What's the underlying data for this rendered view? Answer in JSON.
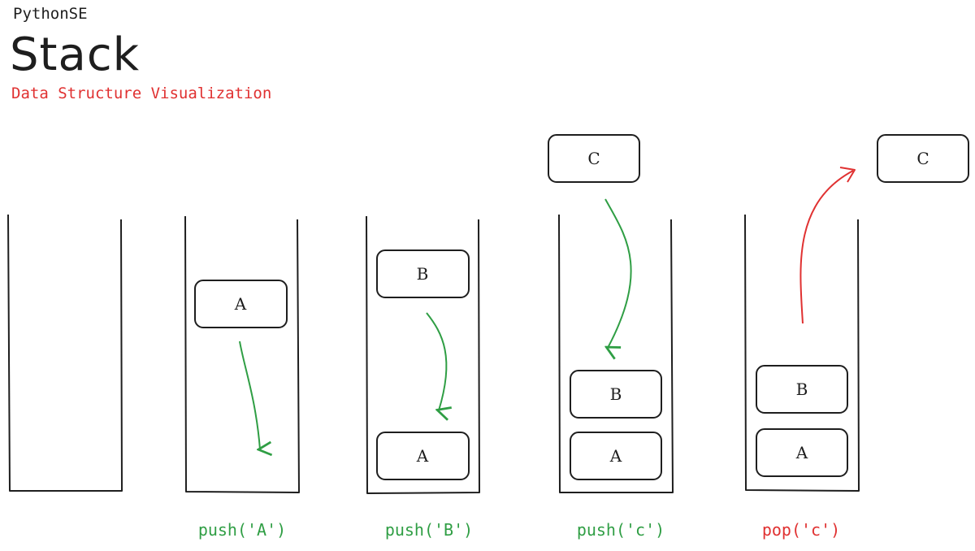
{
  "header": {
    "brand": "PythonSE",
    "title": "Stack",
    "subtitle": "Data Structure Visualization"
  },
  "colors": {
    "ink": "#1e1e1e",
    "push": "#2f9e44",
    "pop": "#e03131"
  },
  "stacks": [
    {
      "name": "empty",
      "boxes": [],
      "operation": ""
    },
    {
      "name": "push-a",
      "boxes": [
        "A"
      ],
      "operation": "push('A')",
      "op_type": "push"
    },
    {
      "name": "push-b",
      "boxes": [
        "B",
        "A"
      ],
      "operation": "push('B')",
      "op_type": "push"
    },
    {
      "name": "push-c",
      "boxes": [
        "C",
        "B",
        "A"
      ],
      "operation": "push('c')",
      "op_type": "push"
    },
    {
      "name": "pop-c",
      "boxes": [
        "C",
        "B",
        "A"
      ],
      "operation": "pop('c')",
      "op_type": "pop"
    }
  ]
}
